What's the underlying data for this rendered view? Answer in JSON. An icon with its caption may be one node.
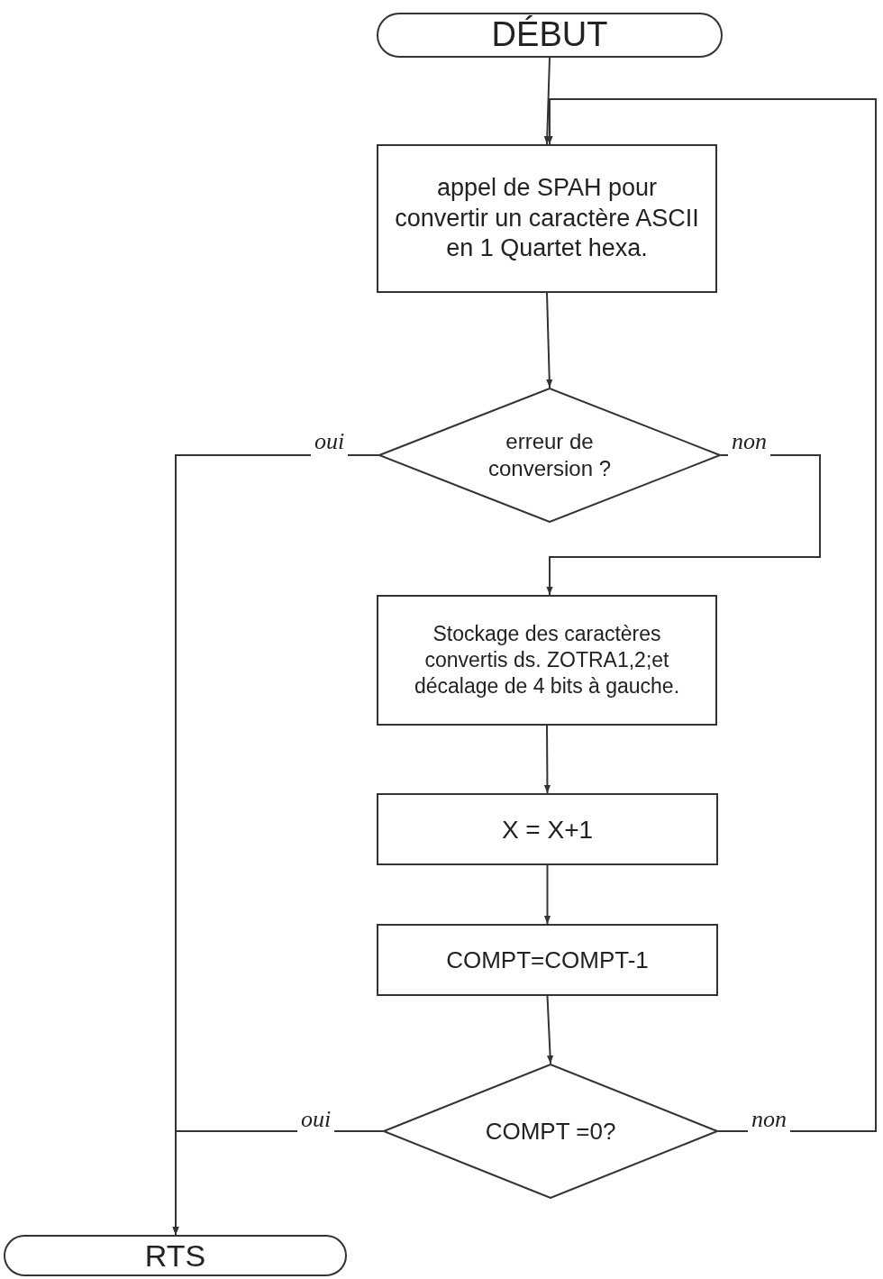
{
  "diagram": {
    "nodes": [
      {
        "text": [
          "DÉBUT"
        ]
      },
      {
        "text": [
          "appel de SPAH pour convertir un caractère ASCII en 1 Quartet hexa."
        ]
      },
      {
        "text": [
          "erreur de conversion ?"
        ]
      },
      {
        "text": [
          "Stockage des caractères convertis ds. ZOTRA1,2;et décalage de 4 bits à gauche."
        ]
      },
      {
        "text": [
          "X = X+1"
        ]
      },
      {
        "text": [
          "COMPT=COMPT-1"
        ]
      },
      {
        "text": [
          "COMPT =0?"
        ]
      },
      {
        "text": [
          "RTS"
        ]
      }
    ],
    "edges": [
      {
        "from": 0,
        "to": 1,
        "arrow": "to"
      },
      {
        "from": 1,
        "to": 2,
        "arrow": "to"
      },
      {
        "from": 2,
        "to": 3,
        "arrow": "to",
        "label": "non"
      },
      {
        "from": 2,
        "to": 7,
        "arrow": "to",
        "label": "oui"
      },
      {
        "from": 3,
        "to": 4,
        "arrow": "to"
      },
      {
        "from": 4,
        "to": 5,
        "arrow": "to"
      },
      {
        "from": 5,
        "to": 6,
        "arrow": "to"
      },
      {
        "from": 6,
        "to": 7,
        "arrow": "to",
        "label": "oui"
      },
      {
        "from": 6,
        "to": 1,
        "arrow": "to",
        "label": "non"
      }
    ]
  }
}
